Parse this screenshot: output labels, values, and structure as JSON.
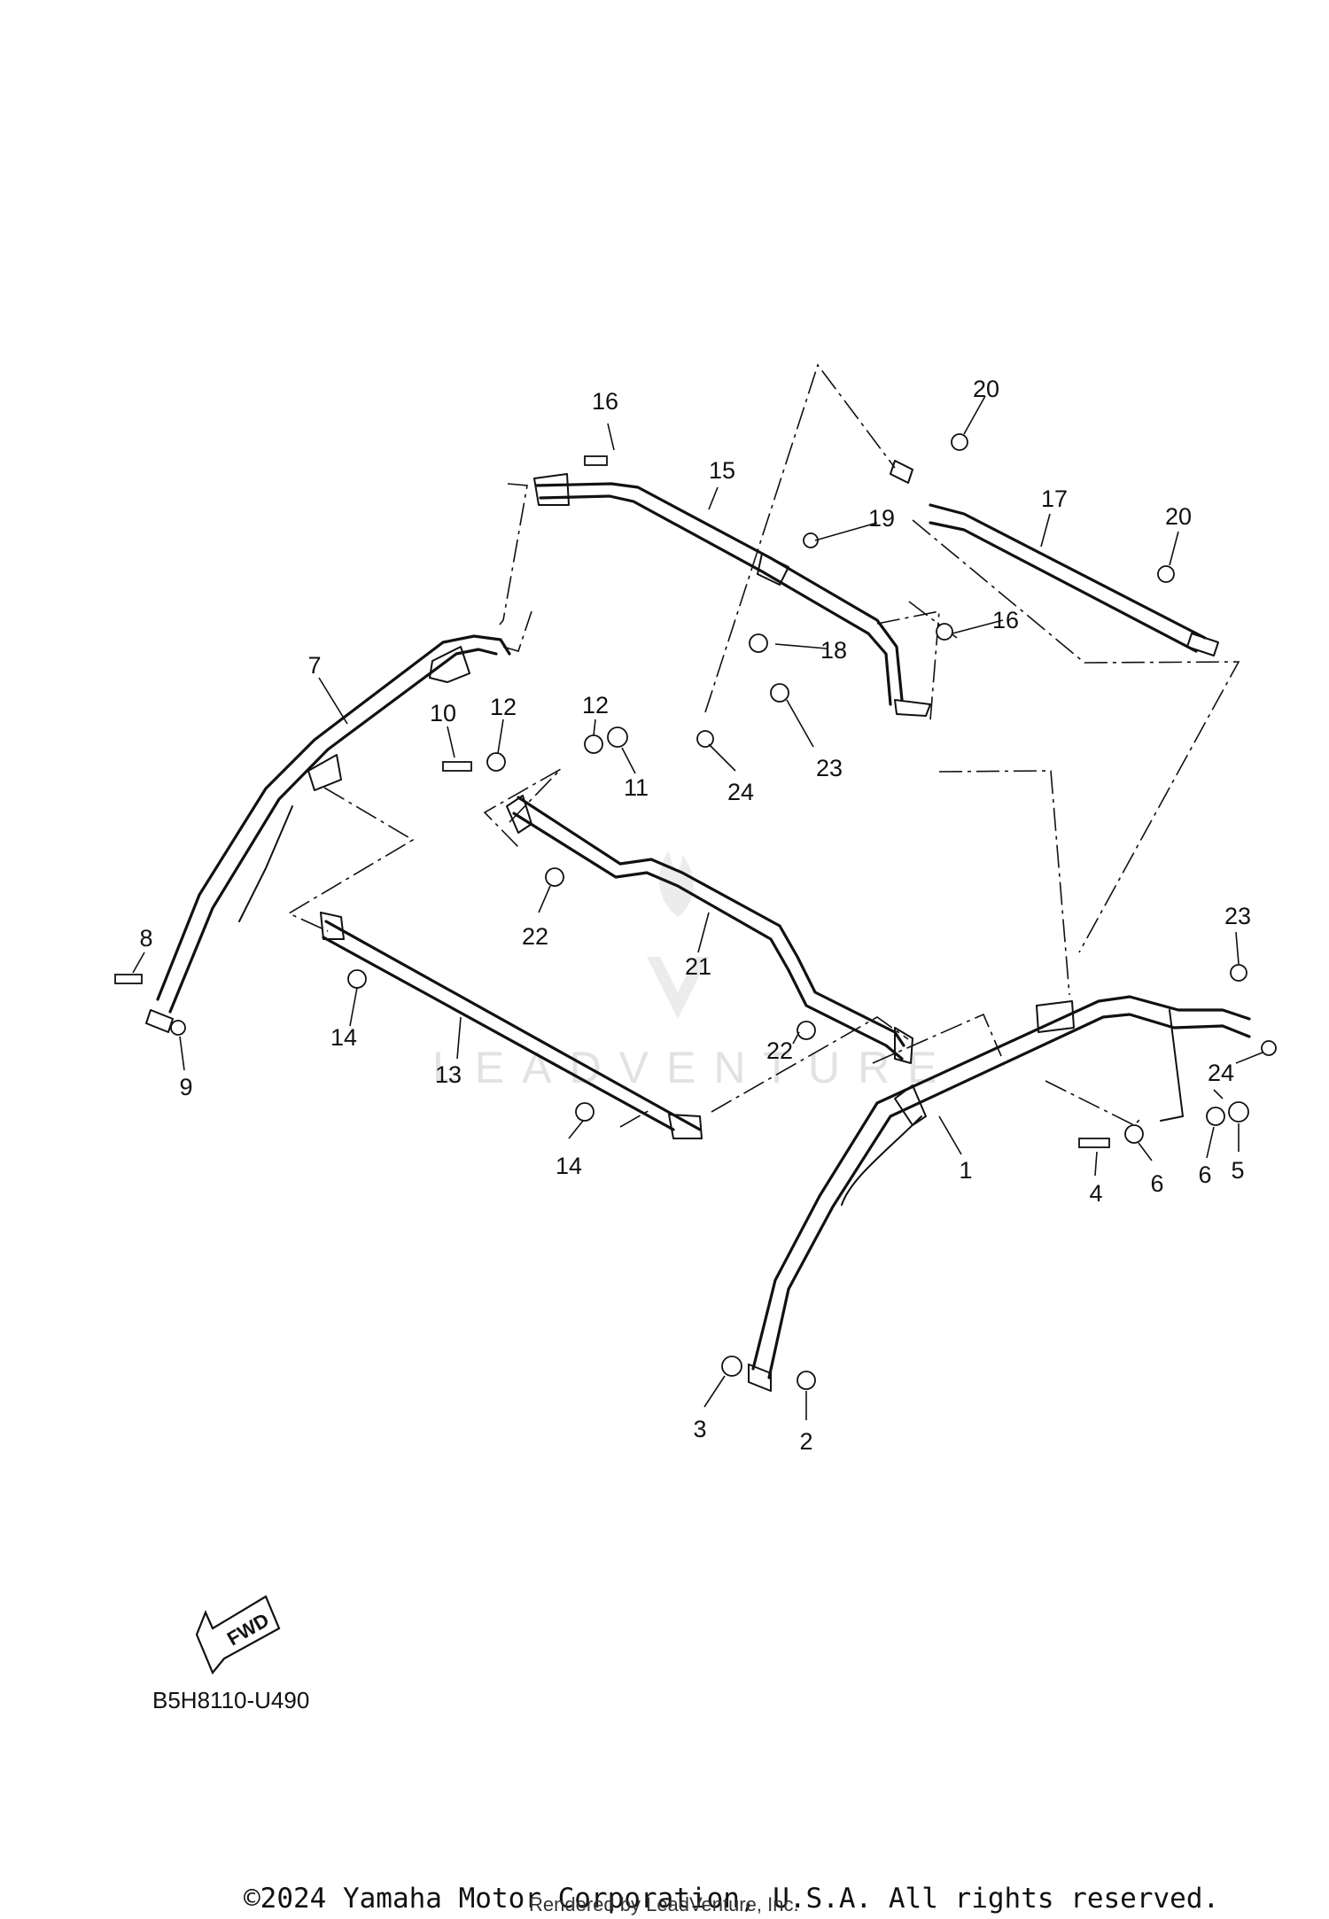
{
  "callouts": [
    {
      "id": "c1",
      "text": "1"
    },
    {
      "id": "c2",
      "text": "2"
    },
    {
      "id": "c3",
      "text": "3"
    },
    {
      "id": "c4",
      "text": "4"
    },
    {
      "id": "c5",
      "text": "5"
    },
    {
      "id": "c6a",
      "text": "6"
    },
    {
      "id": "c6b",
      "text": "6"
    },
    {
      "id": "c7",
      "text": "7"
    },
    {
      "id": "c8",
      "text": "8"
    },
    {
      "id": "c9",
      "text": "9"
    },
    {
      "id": "c10",
      "text": "10"
    },
    {
      "id": "c11",
      "text": "11"
    },
    {
      "id": "c12a",
      "text": "12"
    },
    {
      "id": "c12b",
      "text": "12"
    },
    {
      "id": "c13",
      "text": "13"
    },
    {
      "id": "c14a",
      "text": "14"
    },
    {
      "id": "c14b",
      "text": "14"
    },
    {
      "id": "c15",
      "text": "15"
    },
    {
      "id": "c16a",
      "text": "16"
    },
    {
      "id": "c16b",
      "text": "16"
    },
    {
      "id": "c17",
      "text": "17"
    },
    {
      "id": "c18",
      "text": "18"
    },
    {
      "id": "c19",
      "text": "19"
    },
    {
      "id": "c20a",
      "text": "20"
    },
    {
      "id": "c20b",
      "text": "20"
    },
    {
      "id": "c21",
      "text": "21"
    },
    {
      "id": "c22a",
      "text": "22"
    },
    {
      "id": "c22b",
      "text": "22"
    },
    {
      "id": "c23a",
      "text": "23"
    },
    {
      "id": "c23b",
      "text": "23"
    },
    {
      "id": "c24a",
      "text": "24"
    },
    {
      "id": "c24b",
      "text": "24"
    }
  ],
  "diagram_code": "B5H8110-U490",
  "fwd_label": "FWD",
  "watermark": "LEADVENTURE",
  "copyright": "©2024 Yamaha Motor Corporation, U.S.A. All rights reserved.",
  "rendered_by": "Rendered by LeadVenture, Inc."
}
